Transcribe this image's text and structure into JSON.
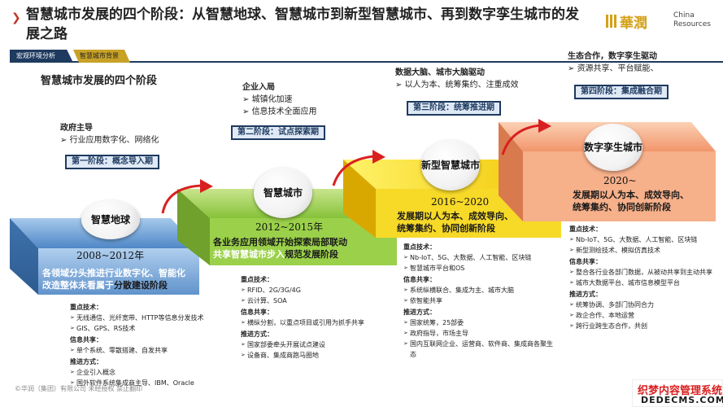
{
  "header": {
    "title": "智慧城市发展的四个阶段：从智慧地球、智慧城市到新型智慧城市、再到数字孪生城市的发展之路",
    "logo_cn": "華潤",
    "logo_en": "China Resources"
  },
  "nav": {
    "items": [
      "宏观环境分析",
      "智慧城市背景"
    ]
  },
  "section_title": "智慧城市发展的四个阶段",
  "stages": [
    {
      "lead": "政府主导",
      "points": [
        "行业应用数字化、网络化"
      ],
      "badge": "第一阶段：概念导入期",
      "circle": "智慧地球",
      "years": "2008~2012年",
      "desc_1": "各领域分头推进行业数字化、智能化",
      "desc_2": "改造整体未看属于",
      "desc_bold": "分散建设阶段",
      "details": [
        {
          "h": "重点技术：",
          "items": [
            "无线通信、光纤宽带、HTTP等信息分发技术",
            "GIS、GPS、RS技术"
          ]
        },
        {
          "h": "信息共享：",
          "items": [
            "单个系统、零散搭建、自发共享"
          ]
        },
        {
          "h": "推进方式：",
          "items": [
            "企业引入概念",
            "国外软件系统集成商主导、IBM、Oracle"
          ]
        }
      ]
    },
    {
      "lead": "企业入局",
      "points": [
        "城镇化加速",
        "信息技术全面应用"
      ],
      "badge": "第二阶段：试点探索期",
      "circle": "智慧城市",
      "years": "2012~2015年",
      "desc_1": "各业务应用领域开始探索局部联动",
      "desc_2": "共享智慧城市步入",
      "desc_bold": "规范发展阶段",
      "details": [
        {
          "h": "重点技术：",
          "items": [
            "RFID、2G/3G/4G",
            "云计算、SOA"
          ]
        },
        {
          "h": "信息共享：",
          "items": [
            "横纵分割，以重点项目或引用为抓手共享"
          ]
        },
        {
          "h": "推进方式：",
          "items": [
            "国家部委牵头开展试点建设",
            "设备商、集成商跑马圈地"
          ]
        }
      ]
    },
    {
      "lead": "数据大脑、城市大脑驱动",
      "points": [
        "以人为本、统筹集约、注重成效"
      ],
      "badge": "第三阶段：统筹推进期",
      "circle": "新型智慧城市",
      "years": "2016~2020",
      "desc_1": "发展期以人为本、成效导向、",
      "desc_2": "统筹集约、",
      "desc_bold": "协同创新阶段",
      "details": [
        {
          "h": "重点技术：",
          "items": [
            "Nb-IoT、5G、大数据、人工智能、区块链",
            "智慧城市平台和OS"
          ]
        },
        {
          "h": "信息共享：",
          "items": [
            "系统纵横联合、集成为主、城市大脑",
            "依智能共享"
          ]
        },
        {
          "h": "推进方式：",
          "items": [
            "国家统筹，25部委",
            "政府指导，市场主导",
            "国内互联网企业、运营商、软件商、集成商各聚生态"
          ]
        }
      ]
    },
    {
      "lead": "生态合作，数字孪生驱动",
      "points": [
        "资源共享、平台赋能、"
      ],
      "badge": "第四阶段：集成融合期",
      "circle": "数字孪生城市",
      "years": "2020~",
      "desc_1": "发展期以人为本、成效导向、",
      "desc_2": "统筹集约、",
      "desc_bold": "协同创新阶段",
      "details": [
        {
          "h": "重点技术：",
          "items": [
            "Nb-IoT、5G、大数据、人工智能、区块链",
            "新型测绘技术、模拟仿真技术"
          ]
        },
        {
          "h": "信息共享：",
          "items": [
            "整合各行业各部门数据，从被动共享到主动共享",
            "城市大数据平台、城市信息模型平台"
          ]
        },
        {
          "h": "推进方式：",
          "items": [
            "统筹协调、多部门协同合力",
            "政企合作、本地运营",
            "跨行业跨生态合作，共创"
          ]
        }
      ]
    }
  ],
  "footer": "©华润（集团）有限公司 未经授权 禁止翻印",
  "watermark": {
    "line1": "织梦内容管理系统",
    "line2": "DEDECMS.COM"
  },
  "colors": {
    "navy": "#1e3a5f",
    "gold": "#c8a227",
    "stage1": "#5b9bd5",
    "stage2": "#8dc63f",
    "stage3": "#f5d21a",
    "stage4": "#f4a77a",
    "arrow": "#d92020"
  }
}
